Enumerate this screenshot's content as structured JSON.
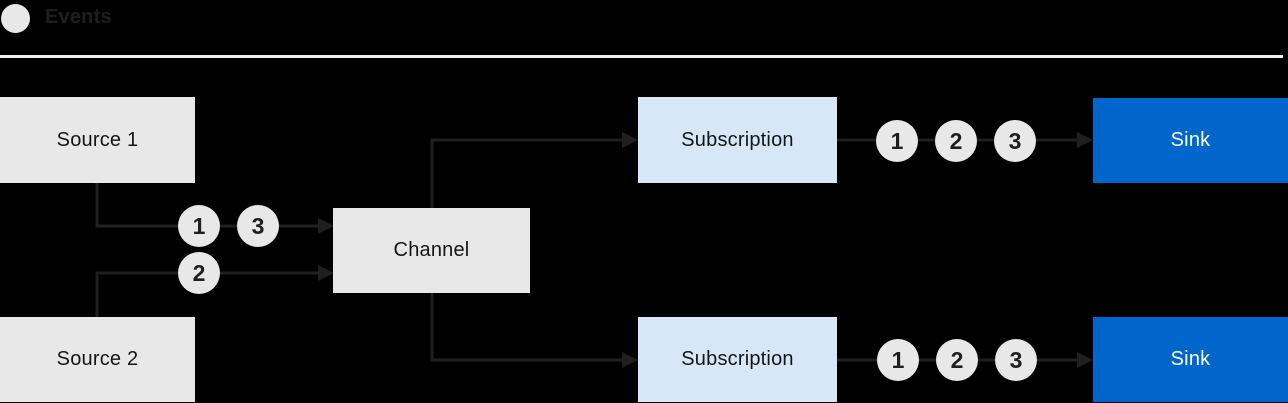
{
  "legend": {
    "icon": "events-circle-icon",
    "label": "Events"
  },
  "colors": {
    "background": "#000000",
    "divider": "#f0f0f0",
    "node_gray": "#e8e8e8",
    "node_light_blue": "#d7e7f8",
    "node_blue": "#0066cc",
    "connector": "#1f1f1f",
    "text_dark": "#151515",
    "text_light": "#ffffff",
    "event_circle_fill": "#e8e8e8"
  },
  "nodes": {
    "source1": {
      "label": "Source 1",
      "type": "source"
    },
    "source2": {
      "label": "Source 2",
      "type": "source"
    },
    "channel": {
      "label": "Channel",
      "type": "channel"
    },
    "subscription_top": {
      "label": "Subscription",
      "type": "subscription"
    },
    "subscription_bottom": {
      "label": "Subscription",
      "type": "subscription"
    },
    "sink_top": {
      "label": "Sink",
      "type": "sink"
    },
    "sink_bottom": {
      "label": "Sink",
      "type": "sink"
    }
  },
  "events": {
    "source1_to_channel": [
      "1",
      "3"
    ],
    "source2_to_channel": [
      "2"
    ],
    "subscription_top_to_sink": [
      "1",
      "2",
      "3"
    ],
    "subscription_bottom_to_sink": [
      "1",
      "2",
      "3"
    ]
  },
  "edges": [
    {
      "from": "source1",
      "to": "channel"
    },
    {
      "from": "source2",
      "to": "channel"
    },
    {
      "from": "channel",
      "to": "subscription_top"
    },
    {
      "from": "channel",
      "to": "subscription_bottom"
    },
    {
      "from": "subscription_top",
      "to": "sink_top"
    },
    {
      "from": "subscription_bottom",
      "to": "sink_bottom"
    }
  ]
}
